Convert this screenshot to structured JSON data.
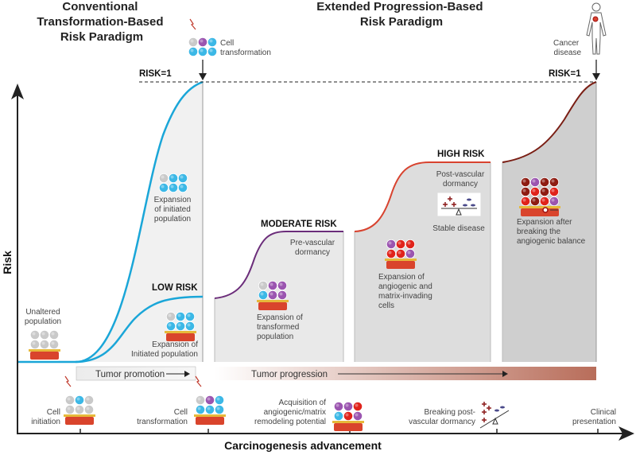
{
  "titles": {
    "conventional": [
      "Conventional",
      "Transformation-Based",
      "Risk Paradigm"
    ],
    "extended": [
      "Extended Progression-Based",
      "Risk Paradigm"
    ]
  },
  "top_labels": {
    "cell_transformation": [
      "Cell",
      "transformation"
    ],
    "cancer_disease": [
      "Cancer",
      "disease"
    ],
    "risk1_left": "RISK=1",
    "risk1_right": "RISK=1"
  },
  "axes": {
    "y_label": "Risk",
    "x_label": "Carcinogenesis advancement"
  },
  "risk_levels": {
    "low": "LOW RISK",
    "moderate": "MODERATE RISK",
    "high": "HIGH RISK"
  },
  "panel_labels": {
    "unaltered": [
      "Unaltered",
      "population"
    ],
    "expansion_initiated_top": [
      "Expansion",
      "of initiated",
      "population"
    ],
    "expansion_initiated_low": [
      "Expansion of",
      "Initiated population"
    ],
    "pre_vascular": [
      "Pre-vascular",
      "dormancy"
    ],
    "expansion_transformed": [
      "Expansion of",
      "transformed",
      "population"
    ],
    "post_vascular": [
      "Post-vascular",
      "dormancy"
    ],
    "stable_disease": "Stable disease",
    "expansion_angiogenic": [
      "Expansion of",
      "angiogenic and",
      "matrix-invading",
      "cells"
    ],
    "expansion_after": [
      "Expansion after",
      "breaking the",
      "angiogenic balance"
    ]
  },
  "phase_bars": {
    "promotion": "Tumor promotion",
    "progression": "Tumor progression"
  },
  "milestones": [
    {
      "lines": [
        "Cell",
        "initiation"
      ]
    },
    {
      "lines": [
        "Cell",
        "transformation"
      ]
    },
    {
      "lines": [
        "Acquisition of",
        "angiogenic/matrix",
        "remodeling potential"
      ]
    },
    {
      "lines": [
        "Breaking post-",
        "vascular dormancy"
      ]
    },
    {
      "lines": [
        "Clinical",
        "presentation"
      ]
    }
  ],
  "colors": {
    "blue_curve": "#1aa6d8",
    "purple_curve": "#6b2d7a",
    "red_curve": "#d8432f",
    "darkred_curve": "#7a1e14",
    "normal_cell": "#c9c9c9",
    "initiated_cell": "#3cb8e6",
    "transformed_cell": "#9b55b0",
    "angiogenic_cell": "#e0231b",
    "advanced_cell": "#8e1c12"
  }
}
